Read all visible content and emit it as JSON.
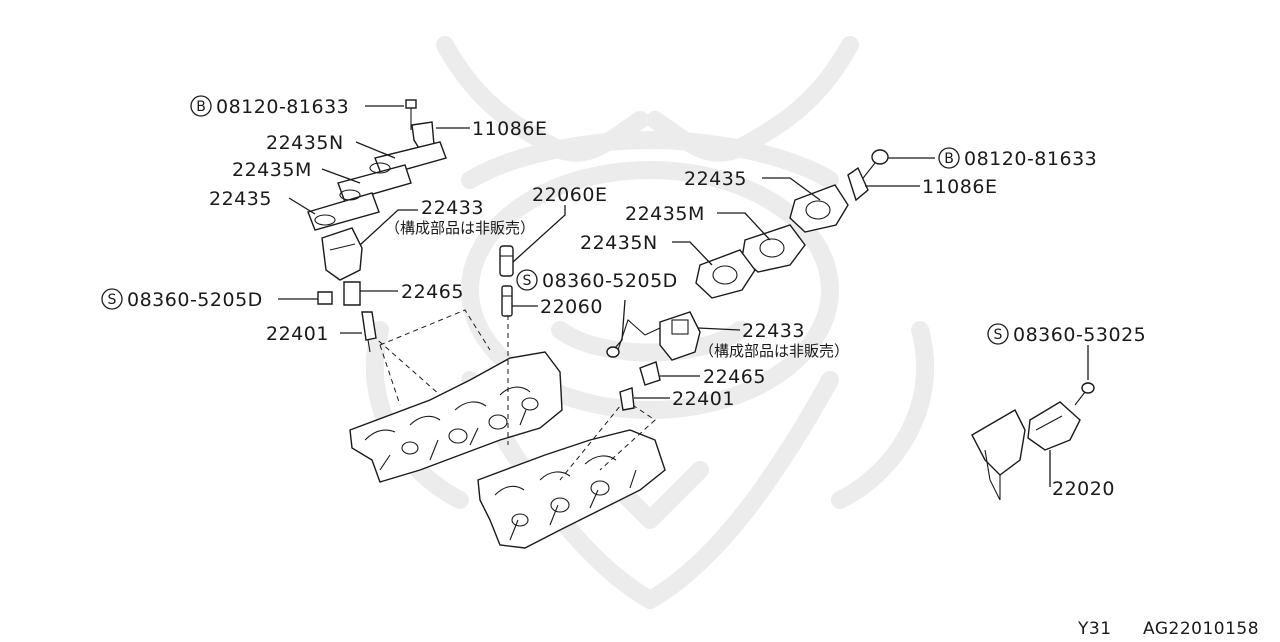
{
  "diagram": {
    "watermark": "samurai-helmet-logo",
    "left_group": {
      "bolt_b": {
        "symbol": "B",
        "part": "08120-81633"
      },
      "bracket": {
        "part": "11086E"
      },
      "gasket_n": {
        "part": "22435N"
      },
      "gasket_m": {
        "part": "22435M"
      },
      "gasket": {
        "part": "22435"
      },
      "sensor": {
        "part": "22433",
        "note": "（構成部品は非販売）"
      },
      "bolt_s": {
        "symbol": "S",
        "part": "08360-5205D"
      },
      "connector": {
        "part": "22465"
      },
      "plug": {
        "part": "22401"
      }
    },
    "center_group": {
      "cap": {
        "part": "22060E"
      },
      "sensor": {
        "part": "22060"
      }
    },
    "right_group": {
      "bolt_b": {
        "symbol": "B",
        "part": "08120-81633"
      },
      "bracket": {
        "part": "11086E"
      },
      "gasket": {
        "part": "22435"
      },
      "gasket_m": {
        "part": "22435M"
      },
      "gasket_n": {
        "part": "22435N"
      },
      "bolt_s": {
        "symbol": "S",
        "part": "08360-5205D"
      },
      "sensor": {
        "part": "22433",
        "note": "（構成部品は非販売）"
      },
      "connector": {
        "part": "22465"
      },
      "plug": {
        "part": "22401"
      }
    },
    "module_group": {
      "bolt_s": {
        "symbol": "S",
        "part": "08360-53025"
      },
      "module": {
        "part": "22020"
      }
    },
    "footer": {
      "model": "Y31",
      "ref": "AG22010158"
    }
  }
}
